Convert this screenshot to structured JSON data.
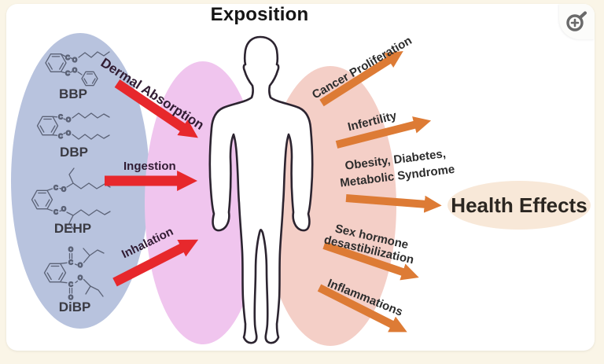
{
  "title": "Exposition",
  "icons": {
    "zoom": "magnifier-plus"
  },
  "compounds": {
    "items": [
      {
        "name": "BBP",
        "atom_labels": [
          "C",
          "O",
          "C",
          "O"
        ]
      },
      {
        "name": "DBP",
        "atom_labels": [
          "C",
          "O",
          "C",
          "O"
        ]
      },
      {
        "name": "DEHP",
        "atom_labels": [
          "C",
          "O",
          "C",
          "O"
        ]
      },
      {
        "name": "DiBP",
        "atom_labels": [
          "O",
          "C",
          "O",
          "O",
          "C",
          "O"
        ]
      }
    ]
  },
  "exposure_routes": [
    {
      "label": "Dermal Absorption"
    },
    {
      "label": "Ingestion"
    },
    {
      "label": "Inhalation"
    }
  ],
  "health_effects": [
    {
      "line1": "Cancer Proliferation",
      "line2": ""
    },
    {
      "line1": "Infertility",
      "line2": ""
    },
    {
      "line1": "Obesity, Diabetes,",
      "line2": "Metabolic Syndrome"
    },
    {
      "line1": "Sex hormone",
      "line2": "desastibilization"
    },
    {
      "line1": "Inflammations",
      "line2": ""
    }
  ],
  "outcome_label": "Health Effects",
  "colors": {
    "background": "#faf5e7",
    "card": "#ffffff",
    "compound_ellipse": "#b8c3de",
    "exposure_ellipse": "#f0c5ee",
    "body_ellipse": "#f4cfc7",
    "outcome_ellipse": "#f8e8d8",
    "exposure_arrow": "#e7282c",
    "effect_arrow": "#dd7b35",
    "body_outline": "#2c2430"
  }
}
